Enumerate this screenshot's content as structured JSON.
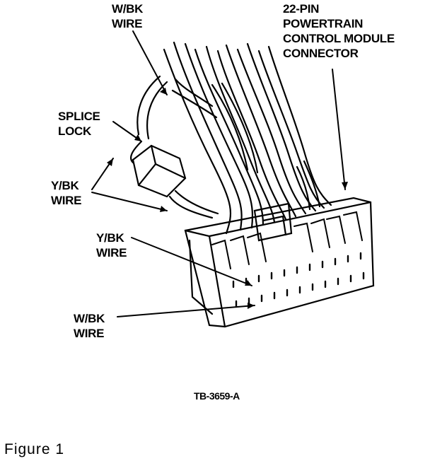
{
  "labels": {
    "wbk_top": [
      "W/BK",
      "WIRE"
    ],
    "connector": [
      "22-PIN",
      "POWERTRAIN",
      "CONTROL MODULE",
      "CONNECTOR"
    ],
    "splice": [
      "SPLICE",
      "LOCK"
    ],
    "ybk_left": [
      "Y/BK",
      "WIRE"
    ],
    "ybk_mid": [
      "Y/BK",
      "WIRE"
    ],
    "wbk_bottom": [
      "W/BK",
      "WIRE"
    ]
  },
  "reference": "TB-3659-A",
  "caption": "Figure  1"
}
